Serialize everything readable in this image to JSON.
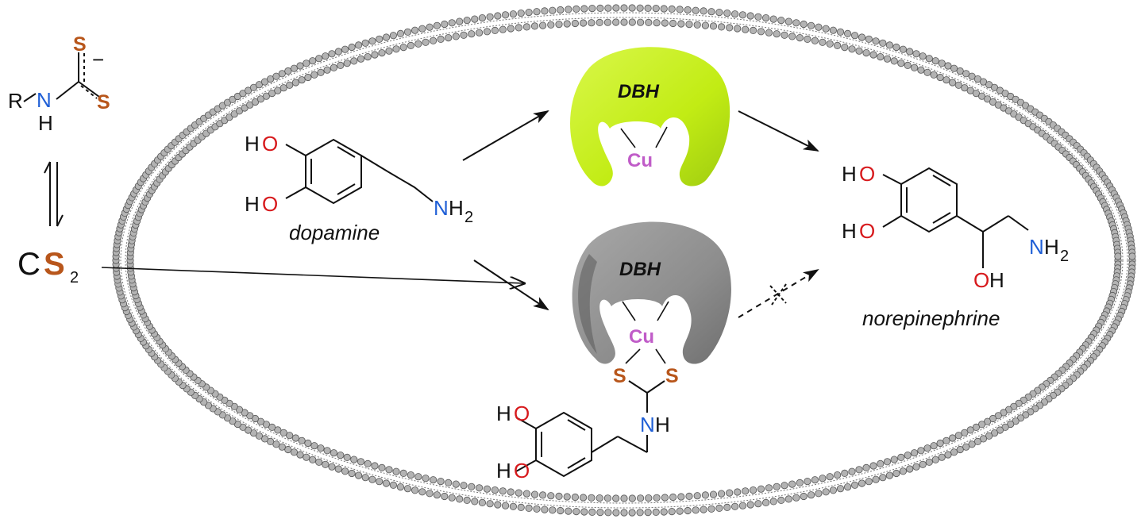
{
  "colors": {
    "carbon": "#111111",
    "oxygen": "#d7191c",
    "nitrogen": "#1f5fd6",
    "sulfur": "#b8561b",
    "copper": "#c05cc8",
    "active_enzyme": "#c6ef17",
    "inhibited_enzyme": "#8c8c8c",
    "membrane_bead": "#b3b3b3"
  },
  "dithiocarbamate": {
    "r": "R",
    "n": "N",
    "h": "H",
    "s_top": "S",
    "s_bottom": "S",
    "charge": "−"
  },
  "cs2": {
    "c": "C",
    "s": "S",
    "subscript": "2"
  },
  "dopamine": {
    "label": "dopamine",
    "ho_top": "HO",
    "ho_bottom": "HO",
    "nh2_n": "N",
    "nh2_h": "H",
    "nh2_sub": "2"
  },
  "active_enzyme": {
    "label": "DBH",
    "metal": "Cu"
  },
  "inhibited_enzyme": {
    "label": "DBH",
    "metal": "Cu",
    "s_left": "S",
    "s_right": "S",
    "nh": "NH",
    "ho_top": "HO",
    "ho_bottom": "HO"
  },
  "norepinephrine": {
    "label": "norepinephrine",
    "ho_top": "HO",
    "ho_bottom": "HO",
    "nh2_n": "N",
    "nh2_h": "H",
    "nh2_sub": "2",
    "oh_o": "O",
    "oh_h": "H"
  }
}
